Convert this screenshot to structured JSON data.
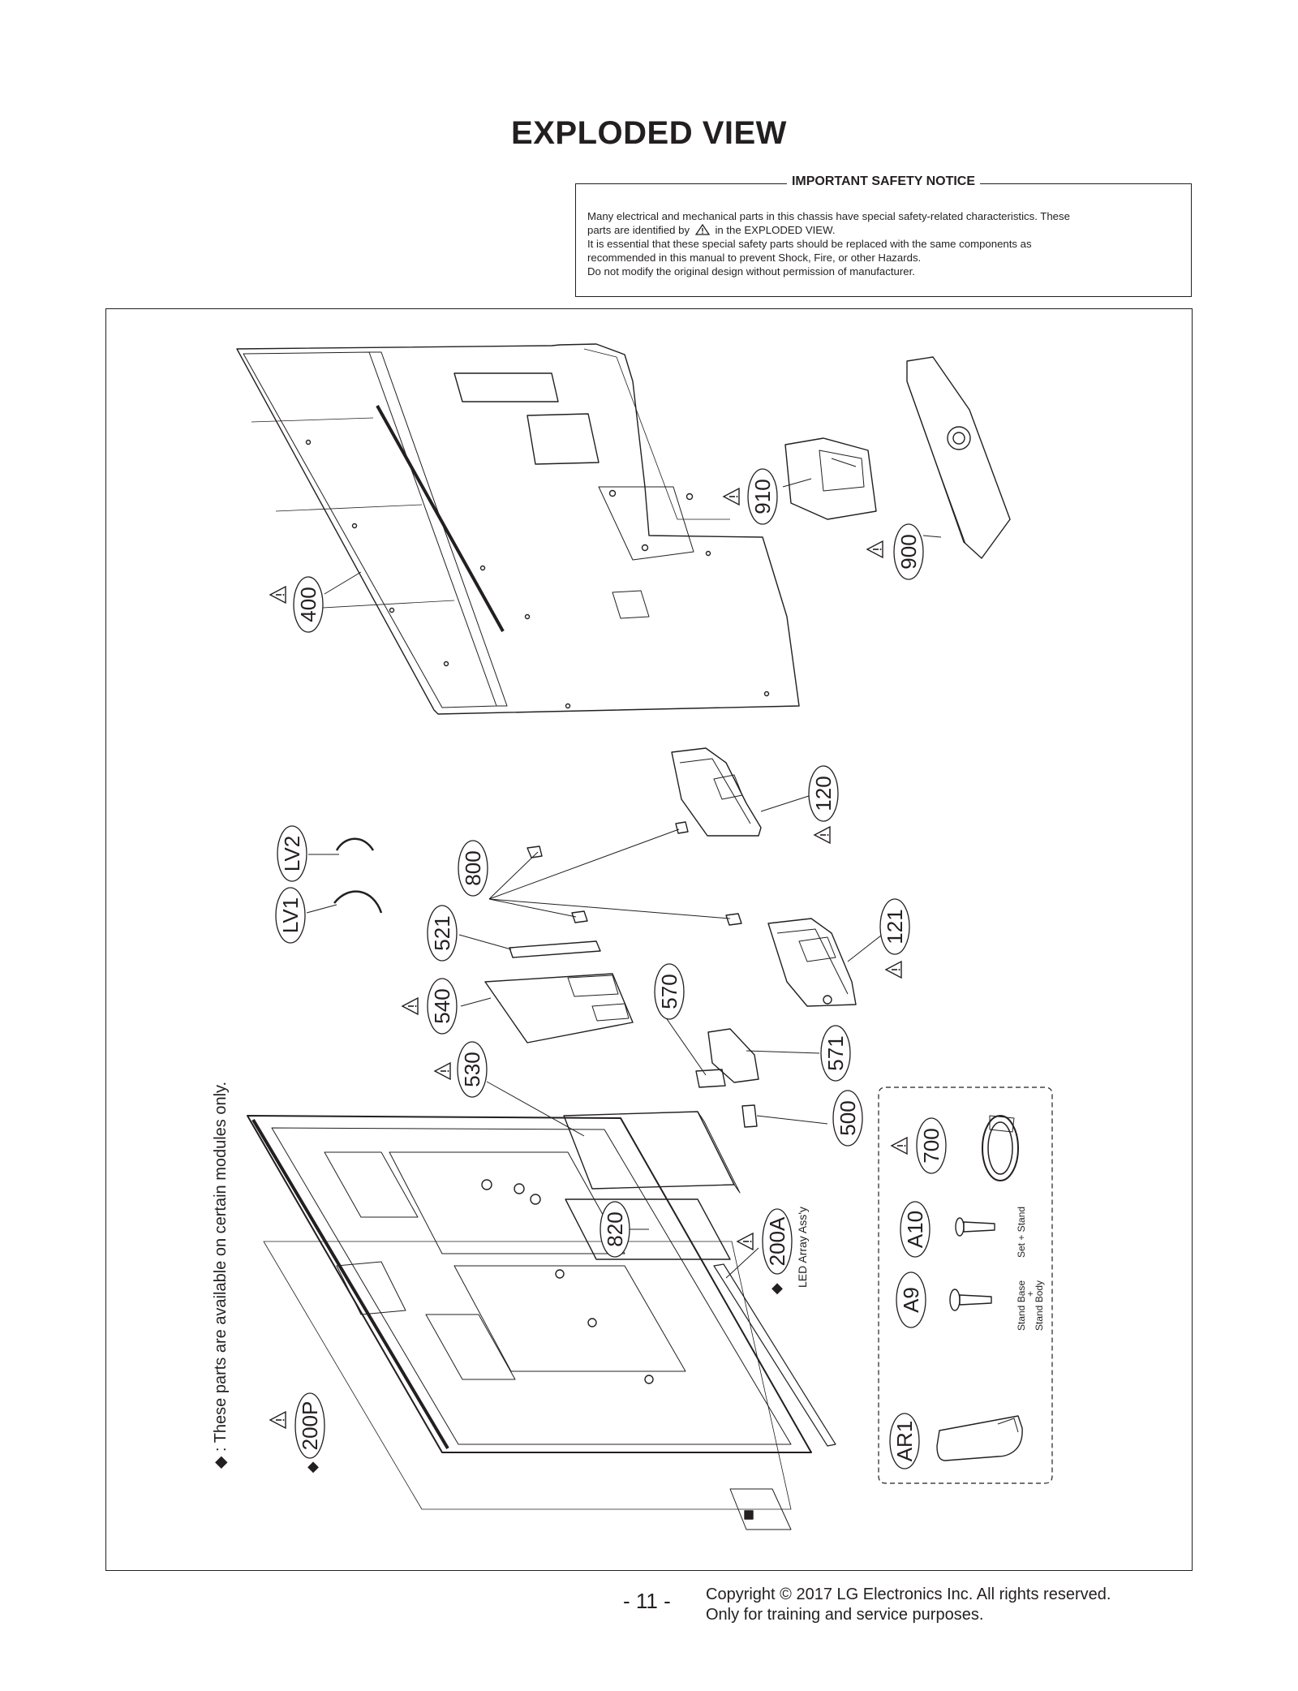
{
  "page": {
    "title": "EXPLODED VIEW",
    "page_number": "- 11 -",
    "copyright_line1": "Copyright © 2017 LG Electronics Inc. All rights reserved.",
    "copyright_line2": "Only for training and service purposes."
  },
  "notice": {
    "heading": "IMPORTANT SAFETY NOTICE",
    "line1": "Many electrical and mechanical parts in this chassis have special safety-related characteristics. These",
    "line2a": "parts are identified by",
    "line2b": "in the EXPLODED VIEW.",
    "line3": "It is essential that these special safety parts should be replaced with the same components as",
    "line4": "recommended in this manual to prevent Shock, Fire, or other Hazards.",
    "line5": "Do not modify the original design without permission of manufacturer."
  },
  "diagram": {
    "side_note": "◆ : These parts are available on certain modules only.",
    "warning_symbol": "!",
    "diamond_symbol": "◆",
    "labels": {
      "p400": "400",
      "p910": "910",
      "p900": "900",
      "p120": "120",
      "p121": "121",
      "p800": "800",
      "pLV2": "LV2",
      "pLV1": "LV1",
      "p521": "521",
      "p540": "540",
      "p570": "570",
      "p571": "571",
      "p530": "530",
      "p500": "500",
      "p700": "700",
      "p820": "820",
      "p200A": "200A",
      "pA10": "A10",
      "pA9": "A9",
      "pAR1": "AR1",
      "p200P": "200P"
    },
    "notes": {
      "led_array": "LED Array Ass'y",
      "set_stand": "Set + Stand",
      "stand_base": "Stand Base",
      "plus": "+",
      "stand_body": "Stand Body"
    }
  },
  "icons": [
    "warning-triangle-icon",
    "diamond-icon"
  ]
}
